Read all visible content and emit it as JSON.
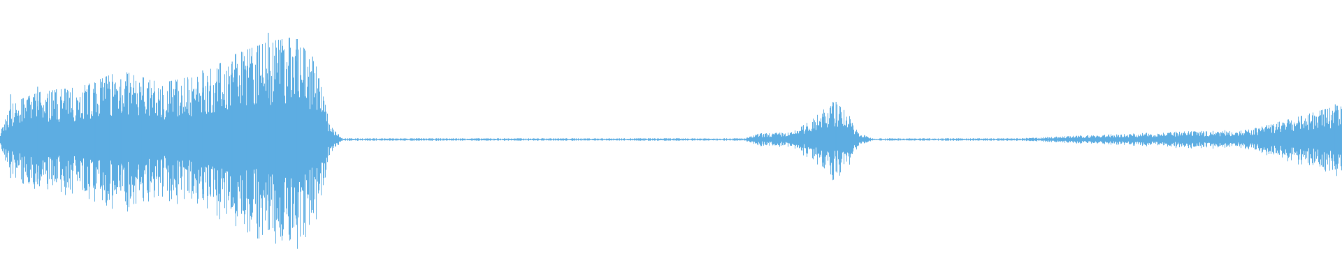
{
  "waveform": {
    "color": "#5dade2",
    "background": "#ffffff",
    "amplitude_scale": 1.0,
    "envelope": [
      {
        "t": 0.0,
        "a": 0.08
      },
      {
        "t": 0.01,
        "a": 0.3
      },
      {
        "t": 0.03,
        "a": 0.38
      },
      {
        "t": 0.06,
        "a": 0.42
      },
      {
        "t": 0.09,
        "a": 0.55
      },
      {
        "t": 0.12,
        "a": 0.45
      },
      {
        "t": 0.15,
        "a": 0.52
      },
      {
        "t": 0.175,
        "a": 0.68
      },
      {
        "t": 0.2,
        "a": 0.78
      },
      {
        "t": 0.22,
        "a": 0.82
      },
      {
        "t": 0.235,
        "a": 0.6
      },
      {
        "t": 0.245,
        "a": 0.15
      },
      {
        "t": 0.255,
        "a": 0.01
      },
      {
        "t": 0.555,
        "a": 0.01
      },
      {
        "t": 0.565,
        "a": 0.05
      },
      {
        "t": 0.59,
        "a": 0.06
      },
      {
        "t": 0.605,
        "a": 0.16
      },
      {
        "t": 0.62,
        "a": 0.3
      },
      {
        "t": 0.63,
        "a": 0.24
      },
      {
        "t": 0.64,
        "a": 0.05
      },
      {
        "t": 0.65,
        "a": 0.01
      },
      {
        "t": 0.76,
        "a": 0.01
      },
      {
        "t": 0.8,
        "a": 0.03
      },
      {
        "t": 0.87,
        "a": 0.06
      },
      {
        "t": 0.93,
        "a": 0.08
      },
      {
        "t": 0.96,
        "a": 0.16
      },
      {
        "t": 1.0,
        "a": 0.28
      }
    ],
    "peaks": [
      {
        "t": 0.008,
        "a": 0.36
      },
      {
        "t": 0.028,
        "a": 0.42
      },
      {
        "t": 0.042,
        "a": 0.4
      },
      {
        "t": 0.071,
        "a": 0.45
      },
      {
        "t": 0.082,
        "a": 0.4
      },
      {
        "t": 0.09,
        "a": 0.48
      },
      {
        "t": 0.105,
        "a": 0.42
      },
      {
        "t": 0.118,
        "a": 0.38
      },
      {
        "t": 0.14,
        "a": 0.48
      },
      {
        "t": 0.151,
        "a": 0.55
      },
      {
        "t": 0.173,
        "a": 0.62
      },
      {
        "t": 0.184,
        "a": 0.55
      },
      {
        "t": 0.2,
        "a": 0.85
      },
      {
        "t": 0.205,
        "a": 0.48
      },
      {
        "t": 0.221,
        "a": 0.8
      },
      {
        "t": 0.233,
        "a": 0.66
      },
      {
        "t": 0.623,
        "a": 0.3
      },
      {
        "t": 0.995,
        "a": 0.28
      }
    ]
  }
}
